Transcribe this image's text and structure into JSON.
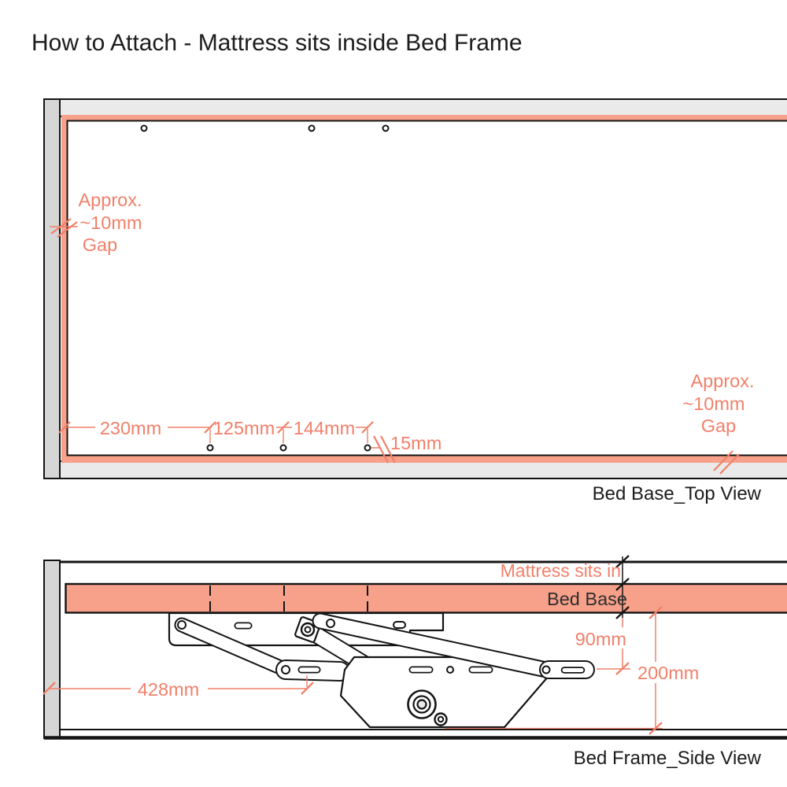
{
  "title": "How to Attach - Mattress sits inside Bed Frame",
  "colors": {
    "accent": "#F1806A",
    "bed_base_fill": "#F7A08A",
    "frame_gray_side": "#D6D6D6",
    "frame_gray_rail": "#EAEAEA",
    "outline_black": "#141414"
  },
  "top_view": {
    "caption": "Bed Base_Top View",
    "gap_left": {
      "line1": "Approx.",
      "line2": "~10mm",
      "line3": "Gap"
    },
    "gap_right": {
      "line1": "Approx.",
      "line2": "~10mm",
      "line3": "Gap"
    },
    "dims": {
      "d230": "230mm",
      "d125": "125mm",
      "d144": "144mm",
      "d15": "15mm"
    },
    "hole_count_top": 3,
    "hole_count_bottom": 3
  },
  "side_view": {
    "caption": "Bed Frame_Side View",
    "mattress_label": "Mattress sits in",
    "bed_base_label": "Bed Base",
    "dims": {
      "d90": "90mm",
      "d200": "200mm",
      "d428": "428mm"
    }
  }
}
